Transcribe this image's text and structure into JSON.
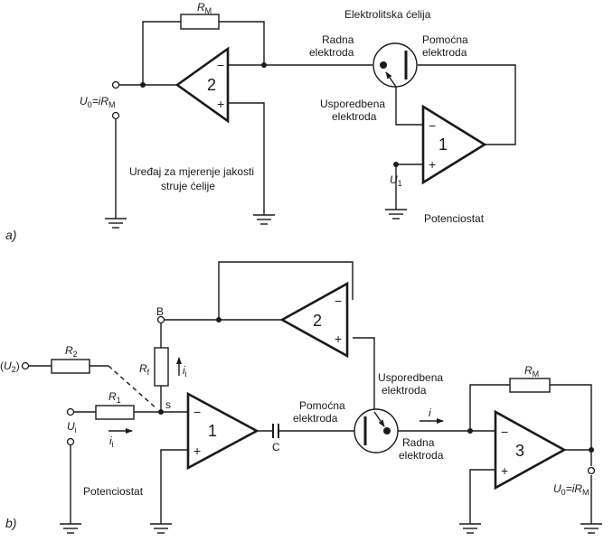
{
  "diagram_a": {
    "panel_label": "a)",
    "feedback_resistor": {
      "name": "R",
      "sub": "M"
    },
    "output_voltage": {
      "u": "U",
      "u_sub": "0",
      "mid": "=i",
      "r": "R",
      "r_sub": "M"
    },
    "measurement_device": [
      "Uređaj za mjerenje jakosti",
      "struje ćelije"
    ],
    "cell_title": "Elektrolitska ćelija",
    "working_electrode": [
      "Radna",
      "elektroda"
    ],
    "counter_electrode": [
      "Pomoćna",
      "elektroda"
    ],
    "reference_electrode": [
      "Usporedbena",
      "elektroda"
    ],
    "amp_main": "2",
    "amp_pot": "1",
    "minus": "−",
    "plus": "+",
    "setpoint": {
      "name": "U",
      "sub": "1"
    },
    "potentiostat": "Potenciostat"
  },
  "diagram_b": {
    "panel_label": "b)",
    "node_b": "B",
    "node_s": "s",
    "node_c": "C",
    "input_u2": {
      "open": "(",
      "name": "U",
      "sub": "2",
      "close": ")"
    },
    "r2": {
      "name": "R",
      "sub": "2"
    },
    "r1": {
      "name": "R",
      "sub": "1"
    },
    "rf": {
      "name": "R",
      "sub": "f"
    },
    "ii_rf": {
      "name": "i",
      "sub": "i"
    },
    "ui": {
      "name": "U",
      "sub": "i"
    },
    "ii_in": {
      "name": "i",
      "sub": "i"
    },
    "amp_pot": "1",
    "amp_follower": "2",
    "amp_meas": "3",
    "minus": "−",
    "plus": "+",
    "counter_electrode": [
      "Pomoćna",
      "elektroda"
    ],
    "reference_electrode": [
      "Usporedbena",
      "elektroda"
    ],
    "working_electrode": [
      "Radna",
      "elektroda"
    ],
    "current": "i",
    "rm": {
      "name": "R",
      "sub": "M"
    },
    "output_voltage": {
      "u": "U",
      "u_sub": "0",
      "mid": "=i",
      "r": "R",
      "r_sub": "M"
    },
    "potentiostat": "Potenciostat"
  }
}
